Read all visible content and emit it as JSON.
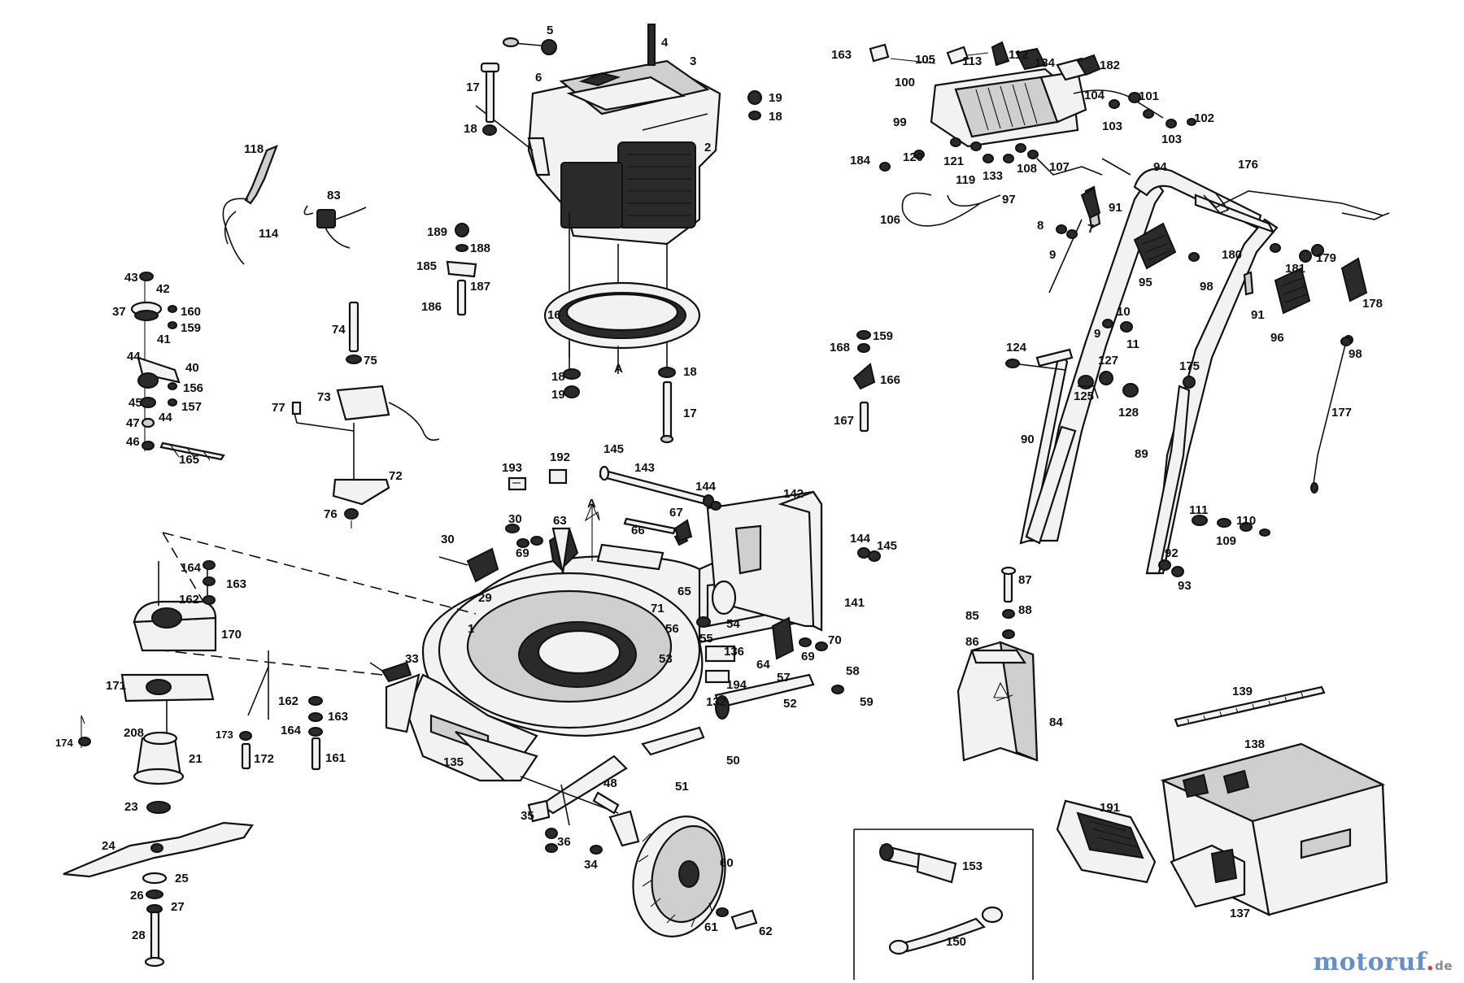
{
  "labels": {
    "l1": "1",
    "l2": "2",
    "l3": "3",
    "l4": "4",
    "l5": "5",
    "l6": "6",
    "l7": "7",
    "l8": "8",
    "l9": "9",
    "l9b": "9",
    "l10": "10",
    "l11": "11",
    "l16": "16",
    "l17a": "17",
    "l17b": "17",
    "l18a": "18",
    "l18b": "18",
    "l18c": "18",
    "l18d": "18",
    "l19a": "19",
    "l19b": "19",
    "l21": "21",
    "l23": "23",
    "l24": "24",
    "l25": "25",
    "l26": "26",
    "l27": "27",
    "l28": "28",
    "l29": "29",
    "l30a": "30",
    "l30b": "30",
    "l33": "33",
    "l34": "34",
    "l35": "35",
    "l36": "36",
    "l37": "37",
    "l40": "40",
    "l41": "41",
    "l42": "42",
    "l43": "43",
    "l44a": "44",
    "l44b": "44",
    "l45": "45",
    "l46": "46",
    "l47": "47",
    "l48": "48",
    "l50": "50",
    "l51": "51",
    "l52": "52",
    "l53": "53",
    "l54": "54",
    "l55": "55",
    "l56": "56",
    "l57": "57",
    "l58": "58",
    "l59": "59",
    "l60": "60",
    "l61": "61",
    "l62": "62",
    "l63": "63",
    "l64": "64",
    "l65": "65",
    "l66": "66",
    "l67": "67",
    "l69a": "69",
    "l69b": "69",
    "l70": "70",
    "l71": "71",
    "l72": "72",
    "l73": "73",
    "l74": "74",
    "l75": "75",
    "l76": "76",
    "l77": "77",
    "l83": "83",
    "l84": "84",
    "l85": "85",
    "l86": "86",
    "l87": "87",
    "l88": "88",
    "l89": "89",
    "l90": "90",
    "l91a": "91",
    "l91b": "91",
    "l92": "92",
    "l93": "93",
    "l94": "94",
    "l95": "95",
    "l96": "96",
    "l97": "97",
    "l98a": "98",
    "l98b": "98",
    "l99": "99",
    "l100": "100",
    "l101": "101",
    "l102": "102",
    "l103a": "103",
    "l103b": "103",
    "l104": "104",
    "l105": "105",
    "l106": "106",
    "l107": "107",
    "l108": "108",
    "l109": "109",
    "l110": "110",
    "l111": "111",
    "l112": "112",
    "l113": "113",
    "l114": "114",
    "l118": "118",
    "l119": "119",
    "l120": "120",
    "l121": "121",
    "l124": "124",
    "l125": "125",
    "l127": "127",
    "l128": "128",
    "l132": "132",
    "l133": "133",
    "l134": "134",
    "l135": "135",
    "l136": "136",
    "l137": "137",
    "l138": "138",
    "l139": "139",
    "l141": "141",
    "l142": "142",
    "l143": "143",
    "l144a": "144",
    "l144b": "144",
    "l145a": "145",
    "l145b": "145",
    "l150": "150",
    "l153": "153",
    "l156": "156",
    "l157": "157",
    "l159a": "159",
    "l159b": "159",
    "l160": "160",
    "l161": "161",
    "l162a": "162",
    "l162b": "162",
    "l163a": "163",
    "l163b": "163",
    "l163c": "163",
    "l164a": "164",
    "l164b": "164",
    "l165": "165",
    "l166": "166",
    "l167": "167",
    "l168": "168",
    "l170": "170",
    "l171": "171",
    "l172": "172",
    "l173": "173",
    "l174": "174",
    "l175": "175",
    "l176": "176",
    "l177": "177",
    "l178": "178",
    "l179": "179",
    "l180": "180",
    "l181": "181",
    "l182": "182",
    "l184": "184",
    "l185": "185",
    "l186": "186",
    "l187": "187",
    "l188": "188",
    "l189": "189",
    "l191": "191",
    "l192": "192",
    "l193": "193",
    "l194": "194",
    "l208": "208",
    "lA1": "A",
    "lA2": "A"
  },
  "watermark": {
    "part_a": "motoruf",
    "part_b": ".",
    "part_c": "de"
  },
  "colors": {
    "line": "#111111",
    "watermark_blue": "#6a8fc8",
    "watermark_red": "#c94a3a"
  }
}
